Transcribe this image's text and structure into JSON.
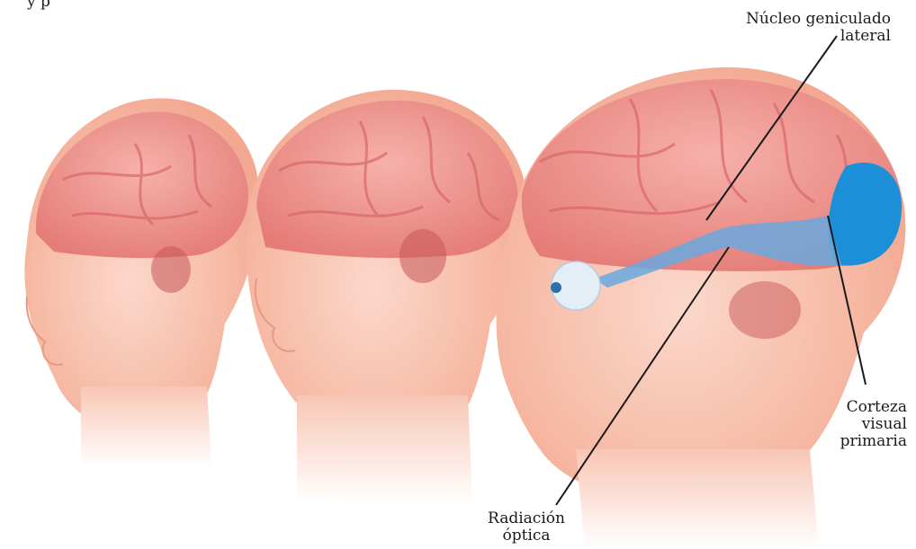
{
  "top_text_fragment": "y p",
  "labels": {
    "lgn": [
      "Núcleo geniculado",
      "lateral"
    ],
    "visual_cortex": [
      "Corteza",
      "visual",
      "primaria"
    ],
    "optic_radiation": [
      "Radiación",
      "óptica"
    ]
  },
  "colors": {
    "skin": "#f6b9a4",
    "skin_light": "#fbd8cb",
    "brain": "#f08e86",
    "brain_fold": "#d9666a",
    "visual_pathway": "#6aa8de",
    "visual_cortex": "#1d8fd8",
    "leader_line": "#1a1a1a"
  }
}
